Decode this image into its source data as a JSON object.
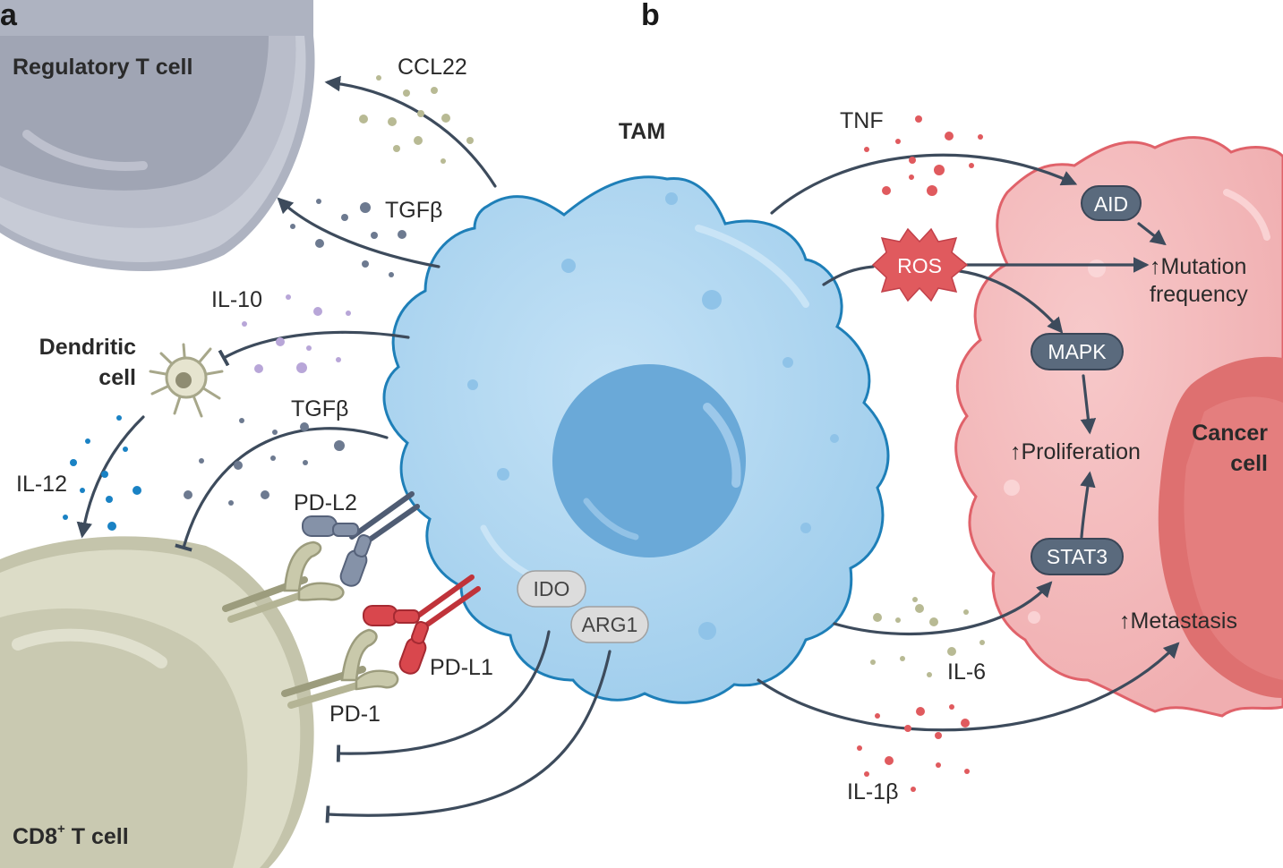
{
  "panels": {
    "a": "a",
    "b": "b"
  },
  "cells": {
    "treg": "Regulatory T cell",
    "dendritic_line1": "Dendritic",
    "dendritic_line2": "cell",
    "cd8": "CD8",
    "cd8_sup": "+",
    "cd8_tail": " T cell",
    "tam": "TAM",
    "cancer_line1": "Cancer",
    "cancer_line2": "cell"
  },
  "factors": {
    "ccl22": "CCL22",
    "tgfb_top": "TGFβ",
    "il10": "IL-10",
    "tgfb_mid": "TGFβ",
    "il12": "IL-12",
    "pdl2": "PD-L2",
    "pdl1": "PD-L1",
    "pd1": "PD-1",
    "tnf": "TNF",
    "il6": "IL-6",
    "il1b": "IL-1β"
  },
  "pills": {
    "ido": "IDO",
    "arg1": "ARG1",
    "ros": "ROS",
    "aid": "AID",
    "mapk": "MAPK",
    "stat3": "STAT3"
  },
  "outcomes": {
    "mutation_line1": "↑Mutation",
    "mutation_line2": "frequency",
    "proliferation": "↑Proliferation",
    "metastasis": "↑Metastasis"
  },
  "colors": {
    "tam_fill": "#a8d2ee",
    "tam_nucleus": "#6aa9d8",
    "cancer_fill": "#f2b3b5",
    "cancer_nucleus": "#de7070",
    "treg_fill": "#c7cbd6",
    "cd8_fill": "#dcdcc7",
    "pill_dark": "#5a6a7d",
    "ros": "#e05a5e",
    "arrow": "#3d4b5c"
  }
}
